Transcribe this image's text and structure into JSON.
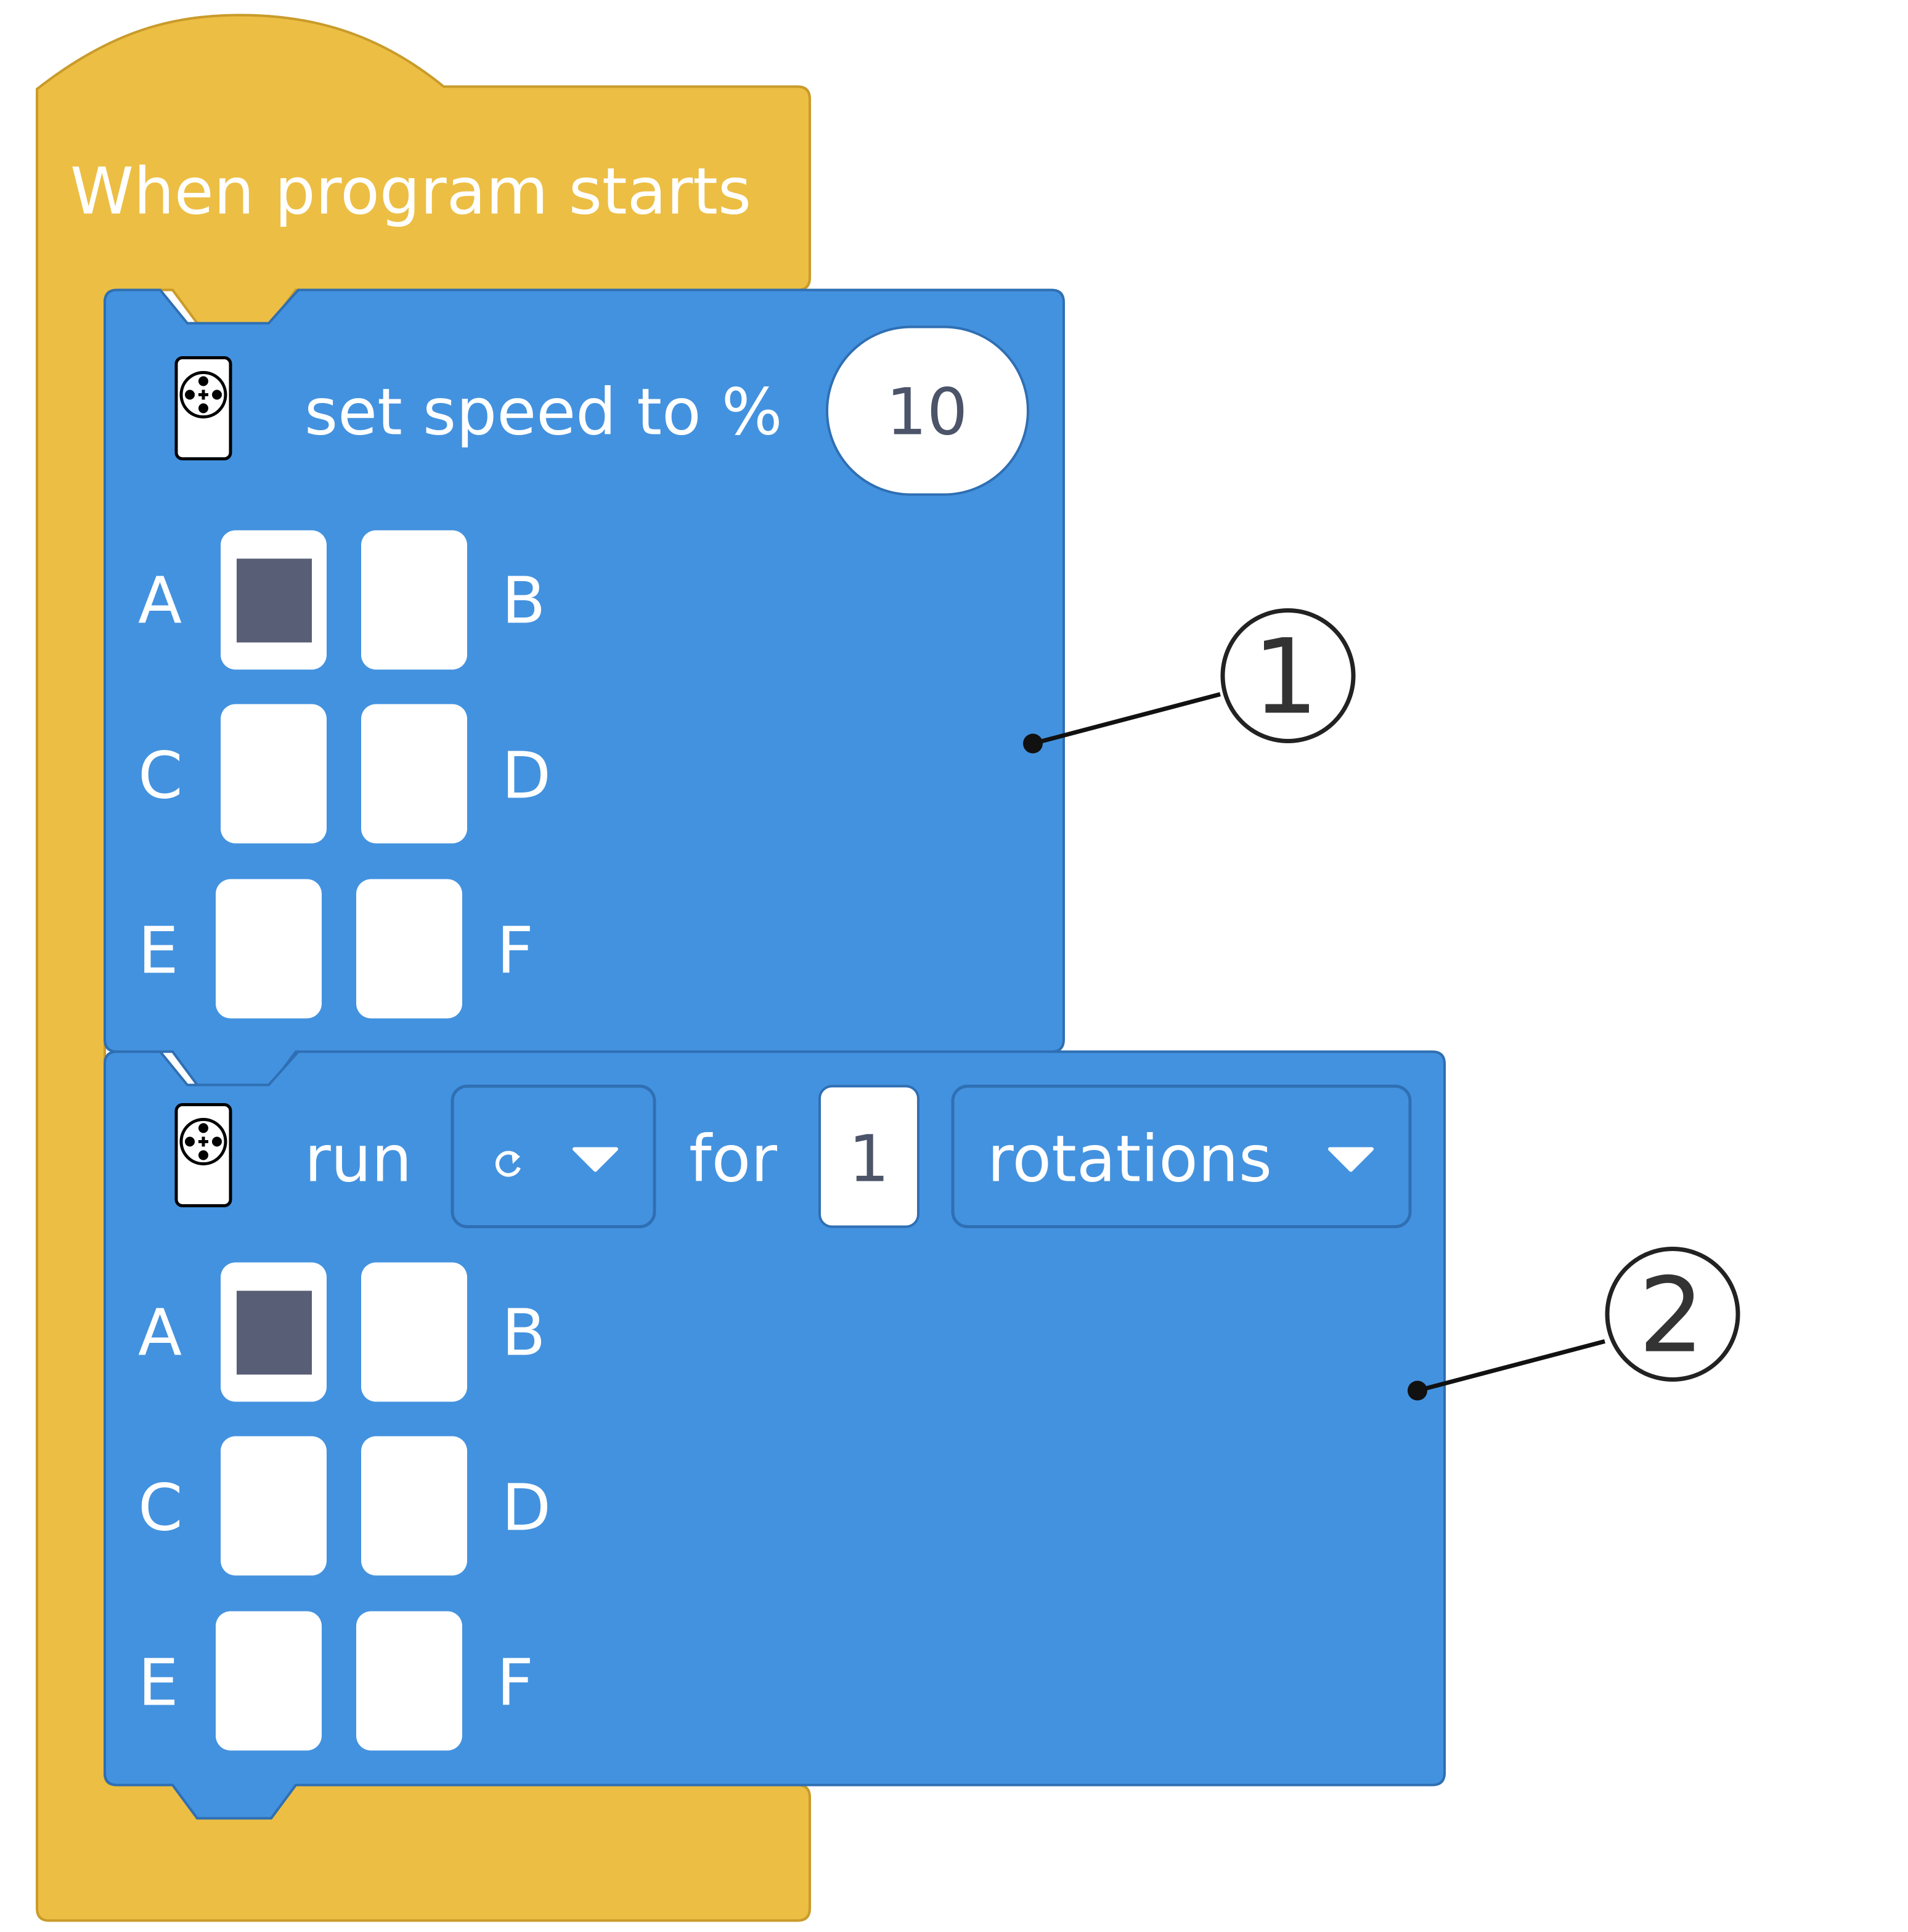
{
  "hat_block": {
    "label": "When program starts",
    "color": "#ECBE43"
  },
  "block_speed": {
    "label": "set speed to %",
    "value": "10",
    "ports": {
      "A": true,
      "B": false,
      "C": false,
      "D": false,
      "E": false,
      "F": false
    },
    "color": "#4392DF"
  },
  "block_run": {
    "label_run": "run",
    "direction_icon": "clockwise-icon",
    "label_for": "for",
    "amount": "1",
    "unit": "rotations",
    "ports": {
      "A": true,
      "B": false,
      "C": false,
      "D": false,
      "E": false,
      "F": false
    },
    "color": "#4392DF"
  },
  "port_labels": {
    "A": "A",
    "B": "B",
    "C": "C",
    "D": "D",
    "E": "E",
    "F": "F"
  },
  "callouts": [
    "1",
    "2"
  ],
  "icons": {
    "motor": "motor-icon",
    "dropdown": "caret-down-icon"
  }
}
